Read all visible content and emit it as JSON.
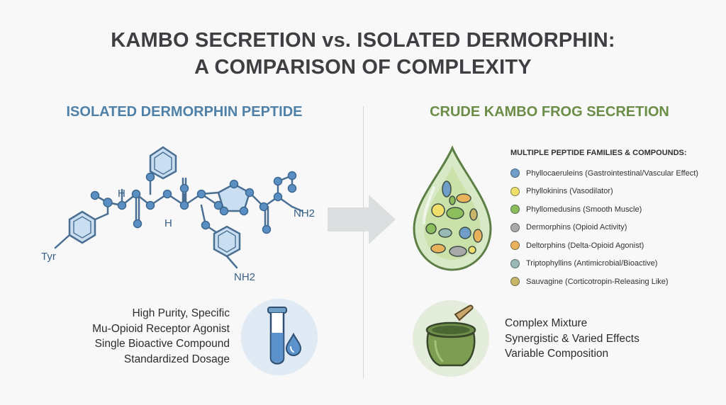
{
  "title": {
    "line1": "KAMBO SECRETION vs. ISOLATED DERMORPHIN:",
    "line2": "A COMPARISON OF COMPLEXITY"
  },
  "left": {
    "heading": "ISOLATED DERMORPHIN PEPTIDE",
    "molecule_labels": {
      "tyr": "Tyr",
      "h1": "H",
      "h2": "H",
      "nh2_right": "NH2",
      "nh2_bottom": "NH2"
    },
    "properties": [
      "High Purity, Specific",
      "Mu-Opioid Receptor Agonist",
      "Single Bioactive Compound",
      "Standardized Dosage"
    ],
    "icon": "test-tube-drop-icon"
  },
  "right": {
    "heading": "CRUDE KAMBO FROG SECRETION",
    "families_title": "MULTIPLE PEPTIDE FAMILIES & COMPOUNDS:",
    "families": [
      {
        "label": "Phyllocaeruleins (Gastrointestinal/Vascular Effect)",
        "color": "#6f9fc9"
      },
      {
        "label": "Phyllokinins (Vasodilator)",
        "color": "#f0df6a"
      },
      {
        "label": "Phyllomedusins (Smooth Muscle)",
        "color": "#8cbd5c"
      },
      {
        "label": "Dermorphins (Opioid Activity)",
        "color": "#a9a9a9"
      },
      {
        "label": "Deltorphins (Delta-Opioid Agonist)",
        "color": "#e9b25a"
      },
      {
        "label": "Triptophyllins (Antimicrobial/Bioactive)",
        "color": "#9ab8b4"
      },
      {
        "label": "Sauvagine (Corticotropin-Releasing Like)",
        "color": "#c9b56a"
      }
    ],
    "properties": [
      "Complex Mixture",
      "Synergistic & Varied Effects",
      "Variable Composition"
    ],
    "icon": "mortar-pot-icon"
  },
  "colors": {
    "left_accent": "#4f80a8",
    "right_accent": "#6b8d47"
  }
}
